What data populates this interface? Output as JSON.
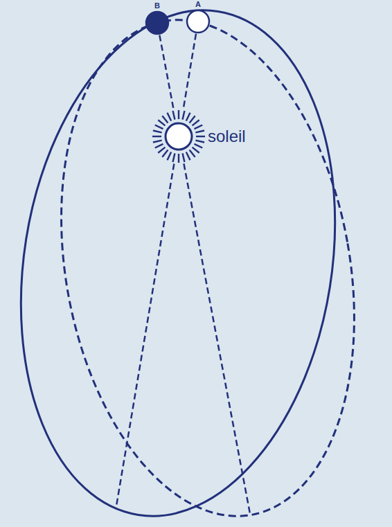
{
  "diagram": {
    "nodes": [
      {
        "text": [
          "B"
        ]
      },
      {
        "text": [
          "A"
        ]
      },
      {
        "text": [
          "soleil"
        ]
      }
    ],
    "edges": [
      {
        "from": 0,
        "to": 2,
        "arrow": "none"
      },
      {
        "from": 1,
        "to": 2,
        "arrow": "none"
      }
    ]
  }
}
